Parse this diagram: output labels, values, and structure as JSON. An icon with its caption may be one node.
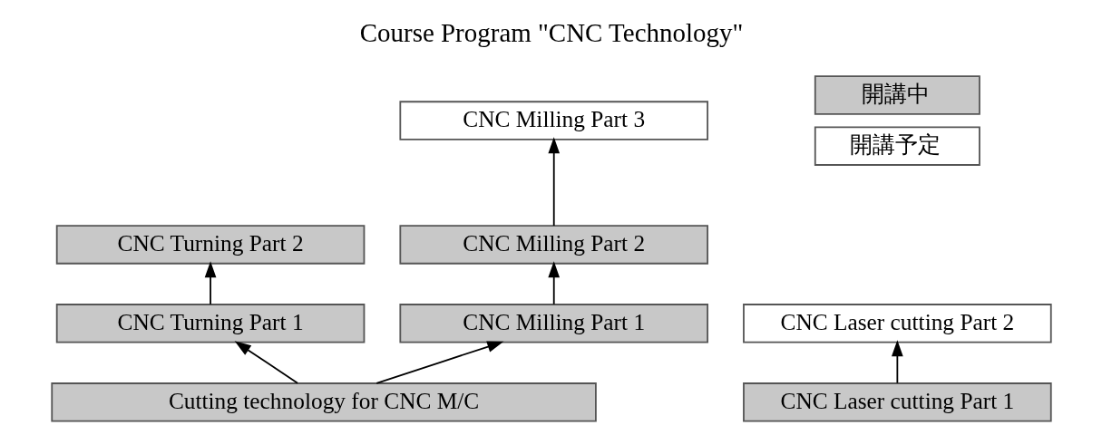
{
  "diagram": {
    "title": "Course Program \"CNC Technology\"",
    "nodes": [
      {
        "text": [
          "CNC Milling Part 3"
        ]
      },
      {
        "text": [
          "CNC Turning Part 2"
        ]
      },
      {
        "text": [
          "CNC Milling Part 2"
        ]
      },
      {
        "text": [
          "CNC Turning Part 1"
        ]
      },
      {
        "text": [
          "CNC Milling Part 1"
        ]
      },
      {
        "text": [
          "CNC Laser cutting Part 2"
        ]
      },
      {
        "text": [
          "Cutting technology for CNC M/C"
        ]
      },
      {
        "text": [
          "CNC Laser cutting Part 1"
        ]
      }
    ],
    "edges": [
      {
        "from": 6,
        "to": 3,
        "arrow": "to"
      },
      {
        "from": 6,
        "to": 4,
        "arrow": "to"
      },
      {
        "from": 3,
        "to": 1,
        "arrow": "to"
      },
      {
        "from": 4,
        "to": 2,
        "arrow": "to"
      },
      {
        "from": 2,
        "to": 0,
        "arrow": "to"
      },
      {
        "from": 7,
        "to": 5,
        "arrow": "to"
      }
    ],
    "legend": [
      {
        "text": "開講中",
        "color": "#c8c8c8"
      },
      {
        "text": "開講予定",
        "color": "#ffffff"
      }
    ]
  }
}
